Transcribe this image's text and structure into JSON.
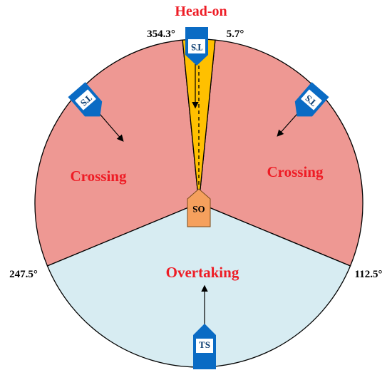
{
  "title": "Head-on",
  "regions": {
    "crossing_left": "Crossing",
    "crossing_right": "Crossing",
    "overtaking": "Overtaking"
  },
  "angles": {
    "head_on_left": "354.3°",
    "head_on_right": "5.7°",
    "overtaking_left": "247.5°",
    "overtaking_right": "112.5°"
  },
  "ships": {
    "own": "OS",
    "target": "TS"
  },
  "colors": {
    "crossing": "#ee9893",
    "overtaking": "#d7ecf2",
    "head_on": "#ffc000",
    "label_red": "#ee1c25",
    "target_ship": "#0a6bc4",
    "own_ship": "#f5a05d"
  }
}
